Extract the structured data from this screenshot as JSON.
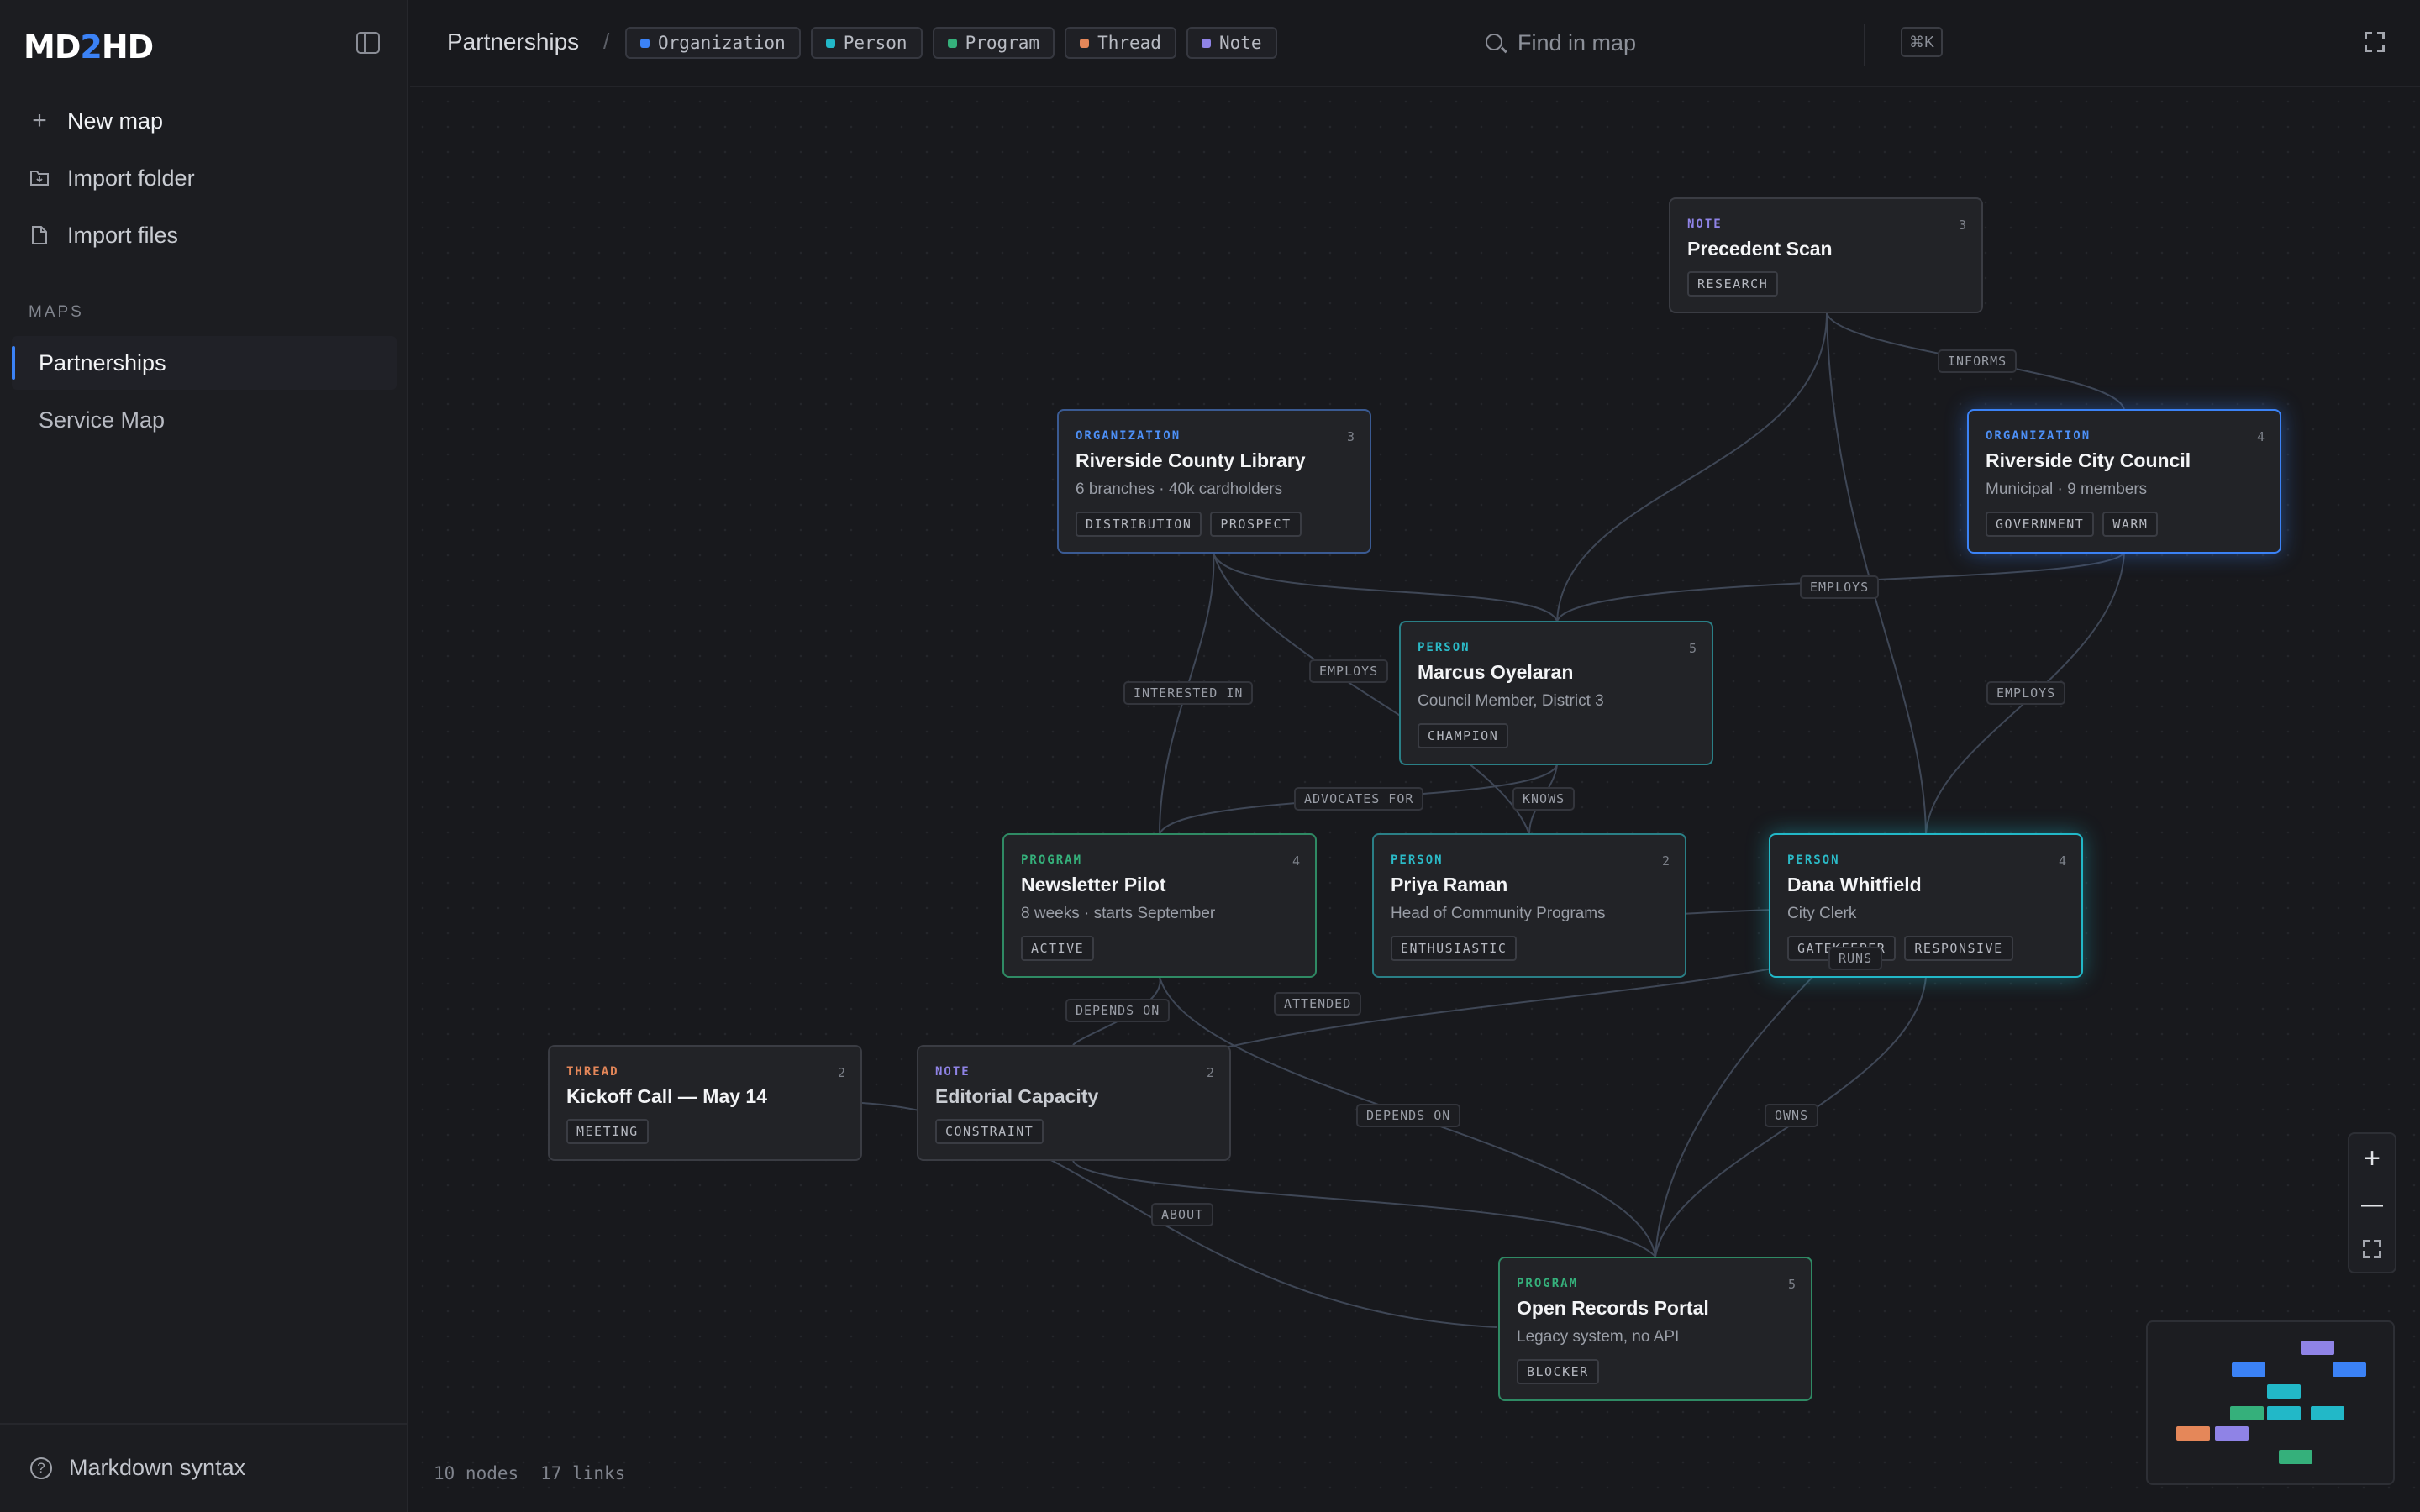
{
  "app": {
    "logo_left": "MD",
    "logo_mid": "2",
    "logo_right": "HD"
  },
  "sidebar": {
    "actions": [
      {
        "label": "New map",
        "icon": "plus-icon"
      },
      {
        "label": "Import folder",
        "icon": "folder-import-icon"
      },
      {
        "label": "Import files",
        "icon": "file-icon"
      }
    ],
    "maps_heading": "MAPS",
    "maps": [
      {
        "label": "Partnerships",
        "active": true
      },
      {
        "label": "Service Map",
        "active": false
      }
    ],
    "footer_label": "Markdown syntax"
  },
  "topbar": {
    "breadcrumb": "Partnerships",
    "separator": "/",
    "legend": [
      {
        "label": "Organization",
        "color": "#3b82f6"
      },
      {
        "label": "Person",
        "color": "#22b8c8"
      },
      {
        "label": "Program",
        "color": "#35b07b"
      },
      {
        "label": "Thread",
        "color": "#e58759"
      },
      {
        "label": "Note",
        "color": "#8f83e6"
      }
    ],
    "search_placeholder": "Find in map",
    "search_shortcut": "⌘K"
  },
  "nodes": {
    "precedent": {
      "type": "NOTE",
      "count": "3",
      "title": "Precedent Scan",
      "tags": [
        "RESEARCH"
      ]
    },
    "library": {
      "type": "ORGANIZATION",
      "count": "3",
      "title": "Riverside County Library",
      "sub": "6 branches · 40k cardholders",
      "tags": [
        "DISTRIBUTION",
        "PROSPECT"
      ]
    },
    "council": {
      "type": "ORGANIZATION",
      "count": "4",
      "title": "Riverside City Council",
      "sub": "Municipal · 9 members",
      "tags": [
        "GOVERNMENT",
        "WARM"
      ]
    },
    "marcus": {
      "type": "PERSON",
      "count": "5",
      "title": "Marcus Oyelaran",
      "sub": "Council Member, District 3",
      "tags": [
        "CHAMPION"
      ]
    },
    "newsletter": {
      "type": "PROGRAM",
      "count": "4",
      "title": "Newsletter Pilot",
      "sub": "8 weeks · starts September",
      "tags": [
        "ACTIVE"
      ]
    },
    "priya": {
      "type": "PERSON",
      "count": "2",
      "title": "Priya Raman",
      "sub": "Head of Community Programs",
      "tags": [
        "ENTHUSIASTIC"
      ]
    },
    "dana": {
      "type": "PERSON",
      "count": "4",
      "title": "Dana Whitfield",
      "sub": "City Clerk",
      "tags": [
        "GATEKEEPER",
        "RESPONSIVE"
      ]
    },
    "kickoff": {
      "type": "THREAD",
      "count": "2",
      "title": "Kickoff Call — May 14",
      "tags": [
        "MEETING"
      ]
    },
    "editorial": {
      "type": "NOTE",
      "count": "2",
      "title": "Editorial Capacity",
      "tags": [
        "CONSTRAINT"
      ]
    },
    "portal": {
      "type": "PROGRAM",
      "count": "5",
      "title": "Open Records Portal",
      "sub": "Legacy system, no API",
      "tags": [
        "BLOCKER"
      ]
    }
  },
  "edge_labels": [
    "INFORMS",
    "EMPLOYS",
    "EMPLOYS",
    "EMPLOYS",
    "INTERESTED IN",
    "ADVOCATES FOR",
    "KNOWS",
    "DEPENDS ON",
    "ATTENDED",
    "RUNS",
    "DEPENDS ON",
    "OWNS",
    "ABOUT"
  ],
  "stats": {
    "nodes": "10 nodes",
    "links": "17 links"
  },
  "zoom": {
    "in": "+",
    "out": "—"
  }
}
